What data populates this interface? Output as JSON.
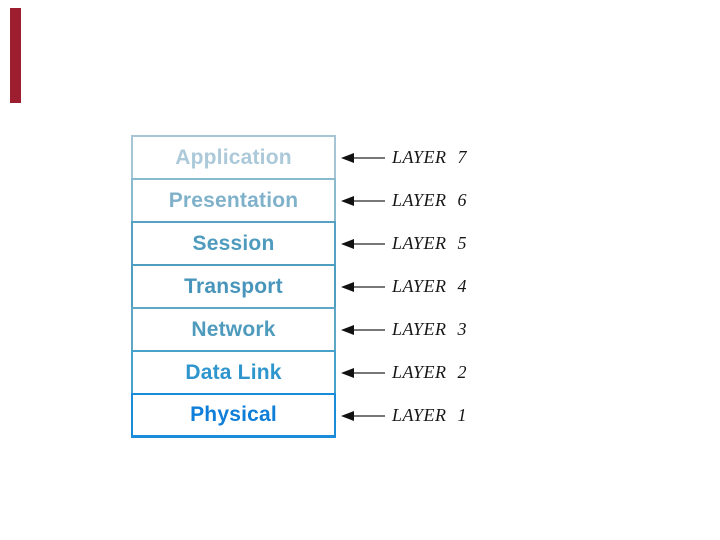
{
  "slide": {
    "background_color": "#ffffff",
    "accent_bar_color": "#9c1e2f"
  },
  "diagram": {
    "layers": [
      {
        "name": "Application",
        "layer_label": "LAYER 7",
        "text_color": "#acc9d9",
        "border_color": "#a6c6d6"
      },
      {
        "name": "Presentation",
        "layer_label": "LAYER 6",
        "text_color": "#7fb2ca",
        "border_color": "#8abacd"
      },
      {
        "name": "Session",
        "layer_label": "LAYER 5",
        "text_color": "#4f9bbe",
        "border_color": "#57a2c4"
      },
      {
        "name": "Transport",
        "layer_label": "LAYER 4",
        "text_color": "#4895bb",
        "border_color": "#4e9ec2"
      },
      {
        "name": "Network",
        "layer_label": "LAYER 3",
        "text_color": "#4f9bbd",
        "border_color": "#5fa7c7"
      },
      {
        "name": "Data Link",
        "layer_label": "LAYER 2",
        "text_color": "#2f96cd",
        "border_color": "#47a1cb"
      },
      {
        "name": "Physical",
        "layer_label": "LAYER 1",
        "text_color": "#0e7ed9",
        "border_color": "#1b8cd9"
      }
    ],
    "arrow": {
      "head_color": "#111111",
      "line_color": "#777777",
      "label_color": "#161616"
    }
  }
}
